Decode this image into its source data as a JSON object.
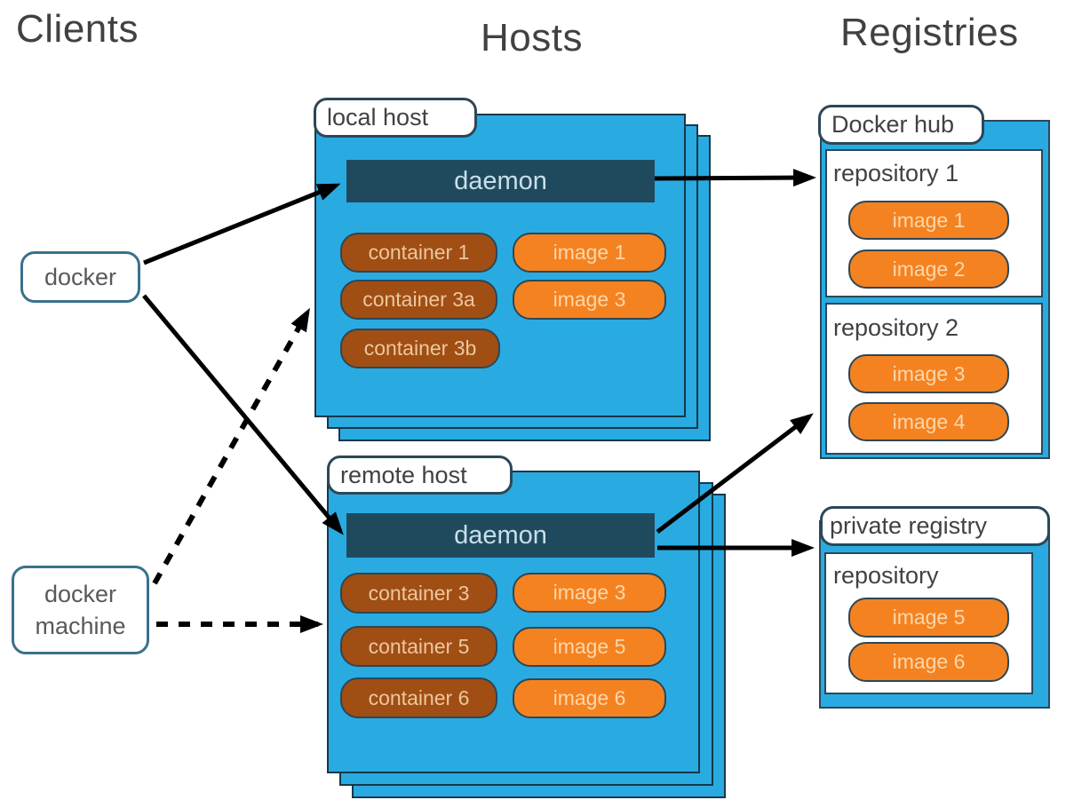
{
  "headers": {
    "clients": "Clients",
    "hosts": "Hosts",
    "registries": "Registries"
  },
  "clients": [
    {
      "id": "docker",
      "label": "docker"
    },
    {
      "id": "docker-machine",
      "label": "docker machine"
    }
  ],
  "hosts": [
    {
      "id": "local-host",
      "label": "local host",
      "daemon": "daemon",
      "rows": [
        {
          "container": "container 1",
          "image": "image 1"
        },
        {
          "container": "container 3a",
          "image": "image 3"
        },
        {
          "container": "container 3b",
          "image": null
        }
      ]
    },
    {
      "id": "remote-host",
      "label": "remote host",
      "daemon": "daemon",
      "rows": [
        {
          "container": "container 3",
          "image": "image 3"
        },
        {
          "container": "container 5",
          "image": "image 5"
        },
        {
          "container": "container 6",
          "image": "image 6"
        }
      ]
    }
  ],
  "registries": [
    {
      "id": "docker-hub",
      "label": "Docker hub",
      "repositories": [
        {
          "name": "repository 1",
          "images": [
            "image 1",
            "image 2"
          ]
        },
        {
          "name": "repository 2",
          "images": [
            "image 3",
            "image 4"
          ]
        }
      ]
    },
    {
      "id": "private-registry",
      "label": "private registry",
      "repositories": [
        {
          "name": "repository",
          "images": [
            "image 5",
            "image 6"
          ]
        }
      ]
    }
  ],
  "arrows": [
    {
      "from": "docker",
      "to": "local-host-daemon",
      "style": "solid"
    },
    {
      "from": "docker",
      "to": "remote-host-daemon",
      "style": "solid"
    },
    {
      "from": "docker-machine",
      "to": "local-host",
      "style": "dashed"
    },
    {
      "from": "docker-machine",
      "to": "remote-host",
      "style": "dashed"
    },
    {
      "from": "local-host-daemon",
      "to": "docker-hub-repository-1",
      "style": "solid"
    },
    {
      "from": "remote-host-daemon",
      "to": "docker-hub-repository-2",
      "style": "solid"
    },
    {
      "from": "remote-host-daemon",
      "to": "private-registry",
      "style": "solid"
    }
  ],
  "colors": {
    "host_blue": "#29ABE2",
    "daemon_dark": "#1F4A5E",
    "container_brown": "#A04E14",
    "image_orange": "#F58220",
    "outline_dark": "#16384A",
    "label_border": "#2C4757",
    "client_border": "#39718C",
    "text_dark": "#414042",
    "text_gray": "#58595B",
    "daemon_text": "#C9DFE9",
    "container_text": "#EDC79E",
    "image_text": "#FCD7AC",
    "arrow_black": "#000000"
  }
}
